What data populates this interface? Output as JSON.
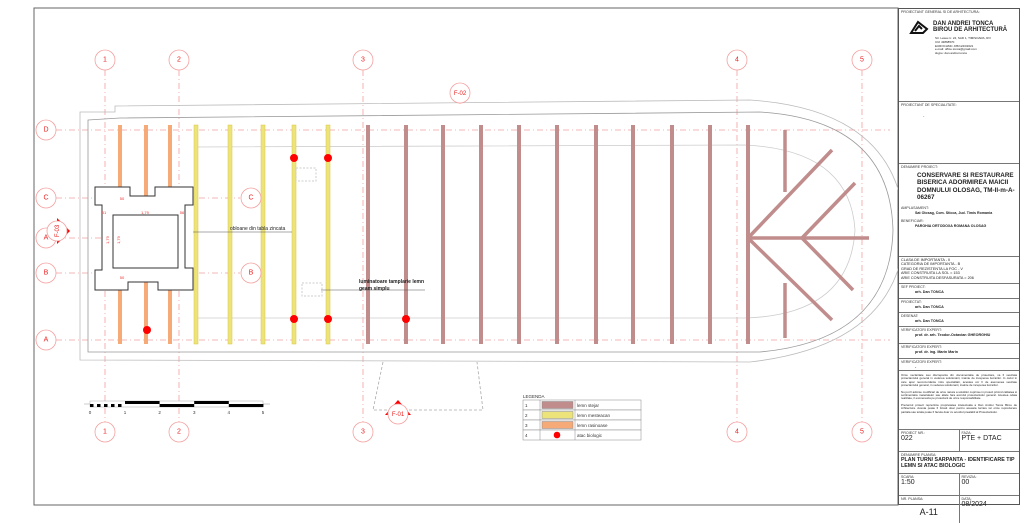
{
  "grid": {
    "columns": [
      "1",
      "2",
      "3",
      "4",
      "5"
    ],
    "rows": [
      "D",
      "C",
      "A",
      "B",
      "A"
    ],
    "inner_rows": [
      "C",
      "B"
    ]
  },
  "section_marks": {
    "top": "F-02",
    "bottom": "F-01",
    "left": "F-03"
  },
  "dimensions": {
    "d1": "50",
    "d2": "51",
    "d3": "1,79",
    "d4": "56",
    "d5": "1,79",
    "d6": "50",
    "d7": "1,79"
  },
  "annotations": {
    "shutters": "obloane din tabla zincata",
    "skylight_1": "luminatoare tamplarie lemn",
    "skylight_2": "geam simplu"
  },
  "scale_bar": {
    "labels": [
      "0",
      "1",
      "2",
      "3",
      "4",
      "5"
    ]
  },
  "beams": [
    "rasinoase",
    "rasinoase",
    "rasinoase",
    "mesteacan",
    "mesteacan",
    "mesteacan",
    "mesteacan",
    "mesteacan",
    "stejar",
    "stejar",
    "stejar",
    "stejar",
    "stejar",
    "stejar",
    "stejar",
    "stejar",
    "stejar",
    "stejar",
    "stejar"
  ],
  "colors": {
    "stejar": "#c08c8c",
    "mesteacan": "#ece47a",
    "rasinoase": "#f6aa78",
    "attack": "#ff0000",
    "grid": "#f4a0a0"
  },
  "legend": {
    "title": "LEGENDA",
    "items": [
      {
        "num": "1",
        "label": "lemn stejar",
        "swatch": "stejar"
      },
      {
        "num": "2",
        "label": "lemn mesteacan",
        "swatch": "mesteacan"
      },
      {
        "num": "3",
        "label": "lemn rasinoase",
        "swatch": "rasinoase"
      },
      {
        "num": "4",
        "label": "atac biologic",
        "swatch": "attack"
      }
    ]
  },
  "title_block": {
    "general_designer_label": "PROIECTANT GENERAL SI DE ARHITECTURA:",
    "firm_line1": "DAN ANDREI TONCA",
    "firm_line2": "BIROU DE ARHITECTURĂ",
    "address": [
      "Str. Letea nr. 24, SAD 1, TIMISOARA, RO",
      "CUI 43868570",
      "EUROCHMC J35/1243/2021",
      "e-mail: office.tonca@gmail.com",
      "skype: dan.andrei.tonca"
    ],
    "specialty_label": "PROIECTANT DE SPECIALITATE:",
    "specialty_value": "-",
    "project_name_label": "DENUMIRE PROIECT:",
    "project_name": "CONSERVARE SI RESTAURARE BISERICA ADORMIREA MAICII DOMNULUI OLOSAG, TM-II-m-A-06267",
    "location_label": "AMPLASAMENT:",
    "location": "Sat Olosag, Com. Sticca, Jud. Timis Romania",
    "beneficiary_label": "BENEFICIAR:",
    "beneficiary": "PAROHIA ORTODOXA ROMANA OLOSAG",
    "class_lines": [
      "CLASA DE IMPORTANTA - II",
      "CATEGORIA DE IMPORTANTA - B",
      "GRAD DE REZISTENTA LA FOC - V",
      "ARIE CONSTRUITA LA SOL = 153",
      "ARIE CONSTRUITA DESFASURATA = 206"
    ],
    "people": [
      {
        "label": "SEF PROIECT:",
        "value": "arh. Dan TONCA"
      },
      {
        "label": "PROIECTAT:",
        "value": "arh. Dan TONCA"
      },
      {
        "label": "DESENAT:",
        "value": "arh. Dan TONCA"
      },
      {
        "label": "VERIFICATORI EXPERT:",
        "value": "prof. dr. arh. Teodor-Octavian GHEORGHIU"
      },
      {
        "label": "VERIFICATORI EXPERT:",
        "value": "prof. dr. ing. Marin Marin"
      },
      {
        "label": "VERIFICATORI EXPERT:",
        "value": "-"
      }
    ],
    "notes": [
      "Orice neclaritate sau discrepanta din documentatia de proiectare, va fi sesizata proiectantului general in vederea solutionarii, inainte de inceperea lucrarilor. In cazul in care apar neconcordante intre specialitati, acestea vor fi de asemenea sesizate proiectantului general, in vederea solutionarii, inainte de inceperea lucrarilor.",
      "Nu pot fi admise modificari de orice natura a solutiilor cuprinse in proiect privind calitatea si sortimentatia materialelor sau altele fara acordul proiectantului general. Acestea odata realizate, il exonereaza pe proiectant de orice responsabilitate.",
      "Prezentul proiect reprezinta proprietatea intelectuala a Dan Andrei Tonca Birou de Arhitectura. Acesta poate fi folosit doar pentru aceasta lucrare iar orice reproducere partiala sau totala poate fi facuta doar cu acordul prealabil al Proiectantului."
    ],
    "project_nr_label": "PROIECT NR.:",
    "project_nr": "022",
    "phase_label": "FAZA:",
    "phase": "PTE + DTAC",
    "sheet_name_label": "DENUMIRE PLANSA:",
    "sheet_name": "PLAN TURN/ SARPANTA - IDENTIFICARE TIP LEMN SI ATAC BIOLOGIC",
    "scale_label": "SCARA:",
    "scale": "1:50",
    "revision_label": "REVIZIA:",
    "revision": "00",
    "sheet_nr_label": "NR. PLANSA:",
    "sheet_nr": "A-11",
    "date_label": "DATA:",
    "date": "08/2024"
  }
}
